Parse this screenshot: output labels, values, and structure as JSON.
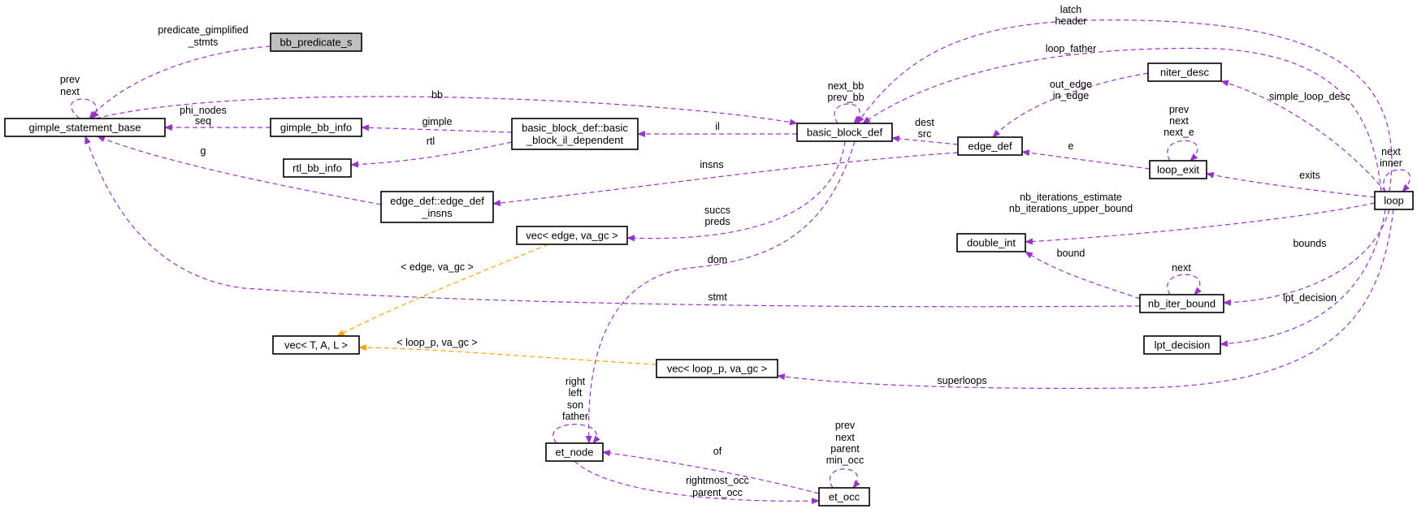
{
  "colors": {
    "member_edge": "#9a32cd",
    "template_edge": "#ffa500",
    "node_fill": "#ffffff",
    "highlight_fill": "#bfbfbf"
  },
  "nodes": [
    {
      "id": "bb_predicate_s",
      "lines": [
        "bb_predicate_s"
      ],
      "highlight": true
    },
    {
      "id": "gimple_statement_base",
      "lines": [
        "gimple_statement_base"
      ]
    },
    {
      "id": "gimple_bb_info",
      "lines": [
        "gimple_bb_info"
      ]
    },
    {
      "id": "rtl_bb_info",
      "lines": [
        "rtl_bb_info"
      ]
    },
    {
      "id": "bb_il_dependent",
      "lines": [
        "basic_block_def::basic",
        "_block_il_dependent"
      ]
    },
    {
      "id": "edge_def_insns",
      "lines": [
        "edge_def::edge_def",
        "_insns"
      ]
    },
    {
      "id": "basic_block_def",
      "lines": [
        "basic_block_def"
      ]
    },
    {
      "id": "edge_def",
      "lines": [
        "edge_def"
      ]
    },
    {
      "id": "niter_desc",
      "lines": [
        "niter_desc"
      ]
    },
    {
      "id": "loop_exit",
      "lines": [
        "loop_exit"
      ]
    },
    {
      "id": "loop",
      "lines": [
        "loop"
      ]
    },
    {
      "id": "double_int",
      "lines": [
        "double_int"
      ]
    },
    {
      "id": "nb_iter_bound",
      "lines": [
        "nb_iter_bound"
      ]
    },
    {
      "id": "lpt_decision",
      "lines": [
        "lpt_decision"
      ]
    },
    {
      "id": "vec_edge",
      "lines": [
        "vec< edge, va_gc >"
      ]
    },
    {
      "id": "vec_T",
      "lines": [
        "vec< T, A, L >"
      ]
    },
    {
      "id": "vec_loop_p",
      "lines": [
        "vec< loop_p, va_gc >"
      ]
    },
    {
      "id": "et_node",
      "lines": [
        "et_node"
      ]
    },
    {
      "id": "et_occ",
      "lines": [
        "et_occ"
      ]
    }
  ],
  "edges": [
    {
      "id": "e_pred_gimpl",
      "kind": "member",
      "labels": [
        "predicate_gimplified",
        "_stmts"
      ]
    },
    {
      "id": "e_gsb_self",
      "kind": "member",
      "labels": [
        "prev",
        "next"
      ]
    },
    {
      "id": "e_bb",
      "kind": "member",
      "labels": [
        "bb"
      ]
    },
    {
      "id": "e_phi_seq",
      "kind": "member",
      "labels": [
        "phi_nodes",
        "seq"
      ]
    },
    {
      "id": "e_gimple",
      "kind": "member",
      "labels": [
        "gimple"
      ]
    },
    {
      "id": "e_rtl",
      "kind": "member",
      "labels": [
        "rtl"
      ]
    },
    {
      "id": "e_g",
      "kind": "member",
      "labels": [
        "g"
      ]
    },
    {
      "id": "e_il",
      "kind": "member",
      "labels": [
        "il"
      ]
    },
    {
      "id": "e_bbd_self",
      "kind": "member",
      "labels": [
        "next_bb",
        "prev_bb"
      ]
    },
    {
      "id": "e_latch_header",
      "kind": "member",
      "labels": [
        "latch",
        "header"
      ]
    },
    {
      "id": "e_loop_father",
      "kind": "member",
      "labels": [
        "loop_father"
      ]
    },
    {
      "id": "e_dest_src",
      "kind": "member",
      "labels": [
        "dest",
        "src"
      ]
    },
    {
      "id": "e_out_in_edge",
      "kind": "member",
      "labels": [
        "out_edge",
        "in_edge"
      ]
    },
    {
      "id": "e_insns",
      "kind": "member",
      "labels": [
        "insns"
      ]
    },
    {
      "id": "e_e",
      "kind": "member",
      "labels": [
        "e"
      ]
    },
    {
      "id": "e_exit_self",
      "kind": "member",
      "labels": [
        "prev",
        "next",
        "next_e"
      ]
    },
    {
      "id": "e_simple_loop_desc",
      "kind": "member",
      "labels": [
        "simple_loop_desc"
      ]
    },
    {
      "id": "e_exits",
      "kind": "member",
      "labels": [
        "exits"
      ]
    },
    {
      "id": "e_loop_self",
      "kind": "member",
      "labels": [
        "next",
        "inner"
      ]
    },
    {
      "id": "e_nb_iter",
      "kind": "member",
      "labels": [
        "nb_iterations_estimate",
        "nb_iterations_upper_bound"
      ]
    },
    {
      "id": "e_bound",
      "kind": "member",
      "labels": [
        "bound"
      ]
    },
    {
      "id": "e_bounds",
      "kind": "member",
      "labels": [
        "bounds"
      ]
    },
    {
      "id": "e_nib_self",
      "kind": "member",
      "labels": [
        "next"
      ]
    },
    {
      "id": "e_stmt",
      "kind": "member",
      "labels": [
        "stmt"
      ]
    },
    {
      "id": "e_lpt",
      "kind": "member",
      "labels": [
        "lpt_decision"
      ]
    },
    {
      "id": "e_succs_preds",
      "kind": "member",
      "labels": [
        "succs",
        "preds"
      ]
    },
    {
      "id": "e_dom",
      "kind": "member",
      "labels": [
        "dom"
      ]
    },
    {
      "id": "e_vec_edge_tpl",
      "kind": "template",
      "labels": [
        "< edge, va_gc >"
      ]
    },
    {
      "id": "e_vec_loop_tpl",
      "kind": "template",
      "labels": [
        "< loop_p, va_gc >"
      ]
    },
    {
      "id": "e_superloops",
      "kind": "member",
      "labels": [
        "superloops"
      ]
    },
    {
      "id": "e_etnode_self",
      "kind": "member",
      "labels": [
        "right",
        "left",
        "son",
        "father"
      ]
    },
    {
      "id": "e_of",
      "kind": "member",
      "labels": [
        "of"
      ]
    },
    {
      "id": "e_etocc_self",
      "kind": "member",
      "labels": [
        "prev",
        "next",
        "parent",
        "min_occ"
      ]
    },
    {
      "id": "e_rightmost",
      "kind": "member",
      "labels": [
        "rightmost_occ",
        "parent_occ"
      ]
    }
  ]
}
